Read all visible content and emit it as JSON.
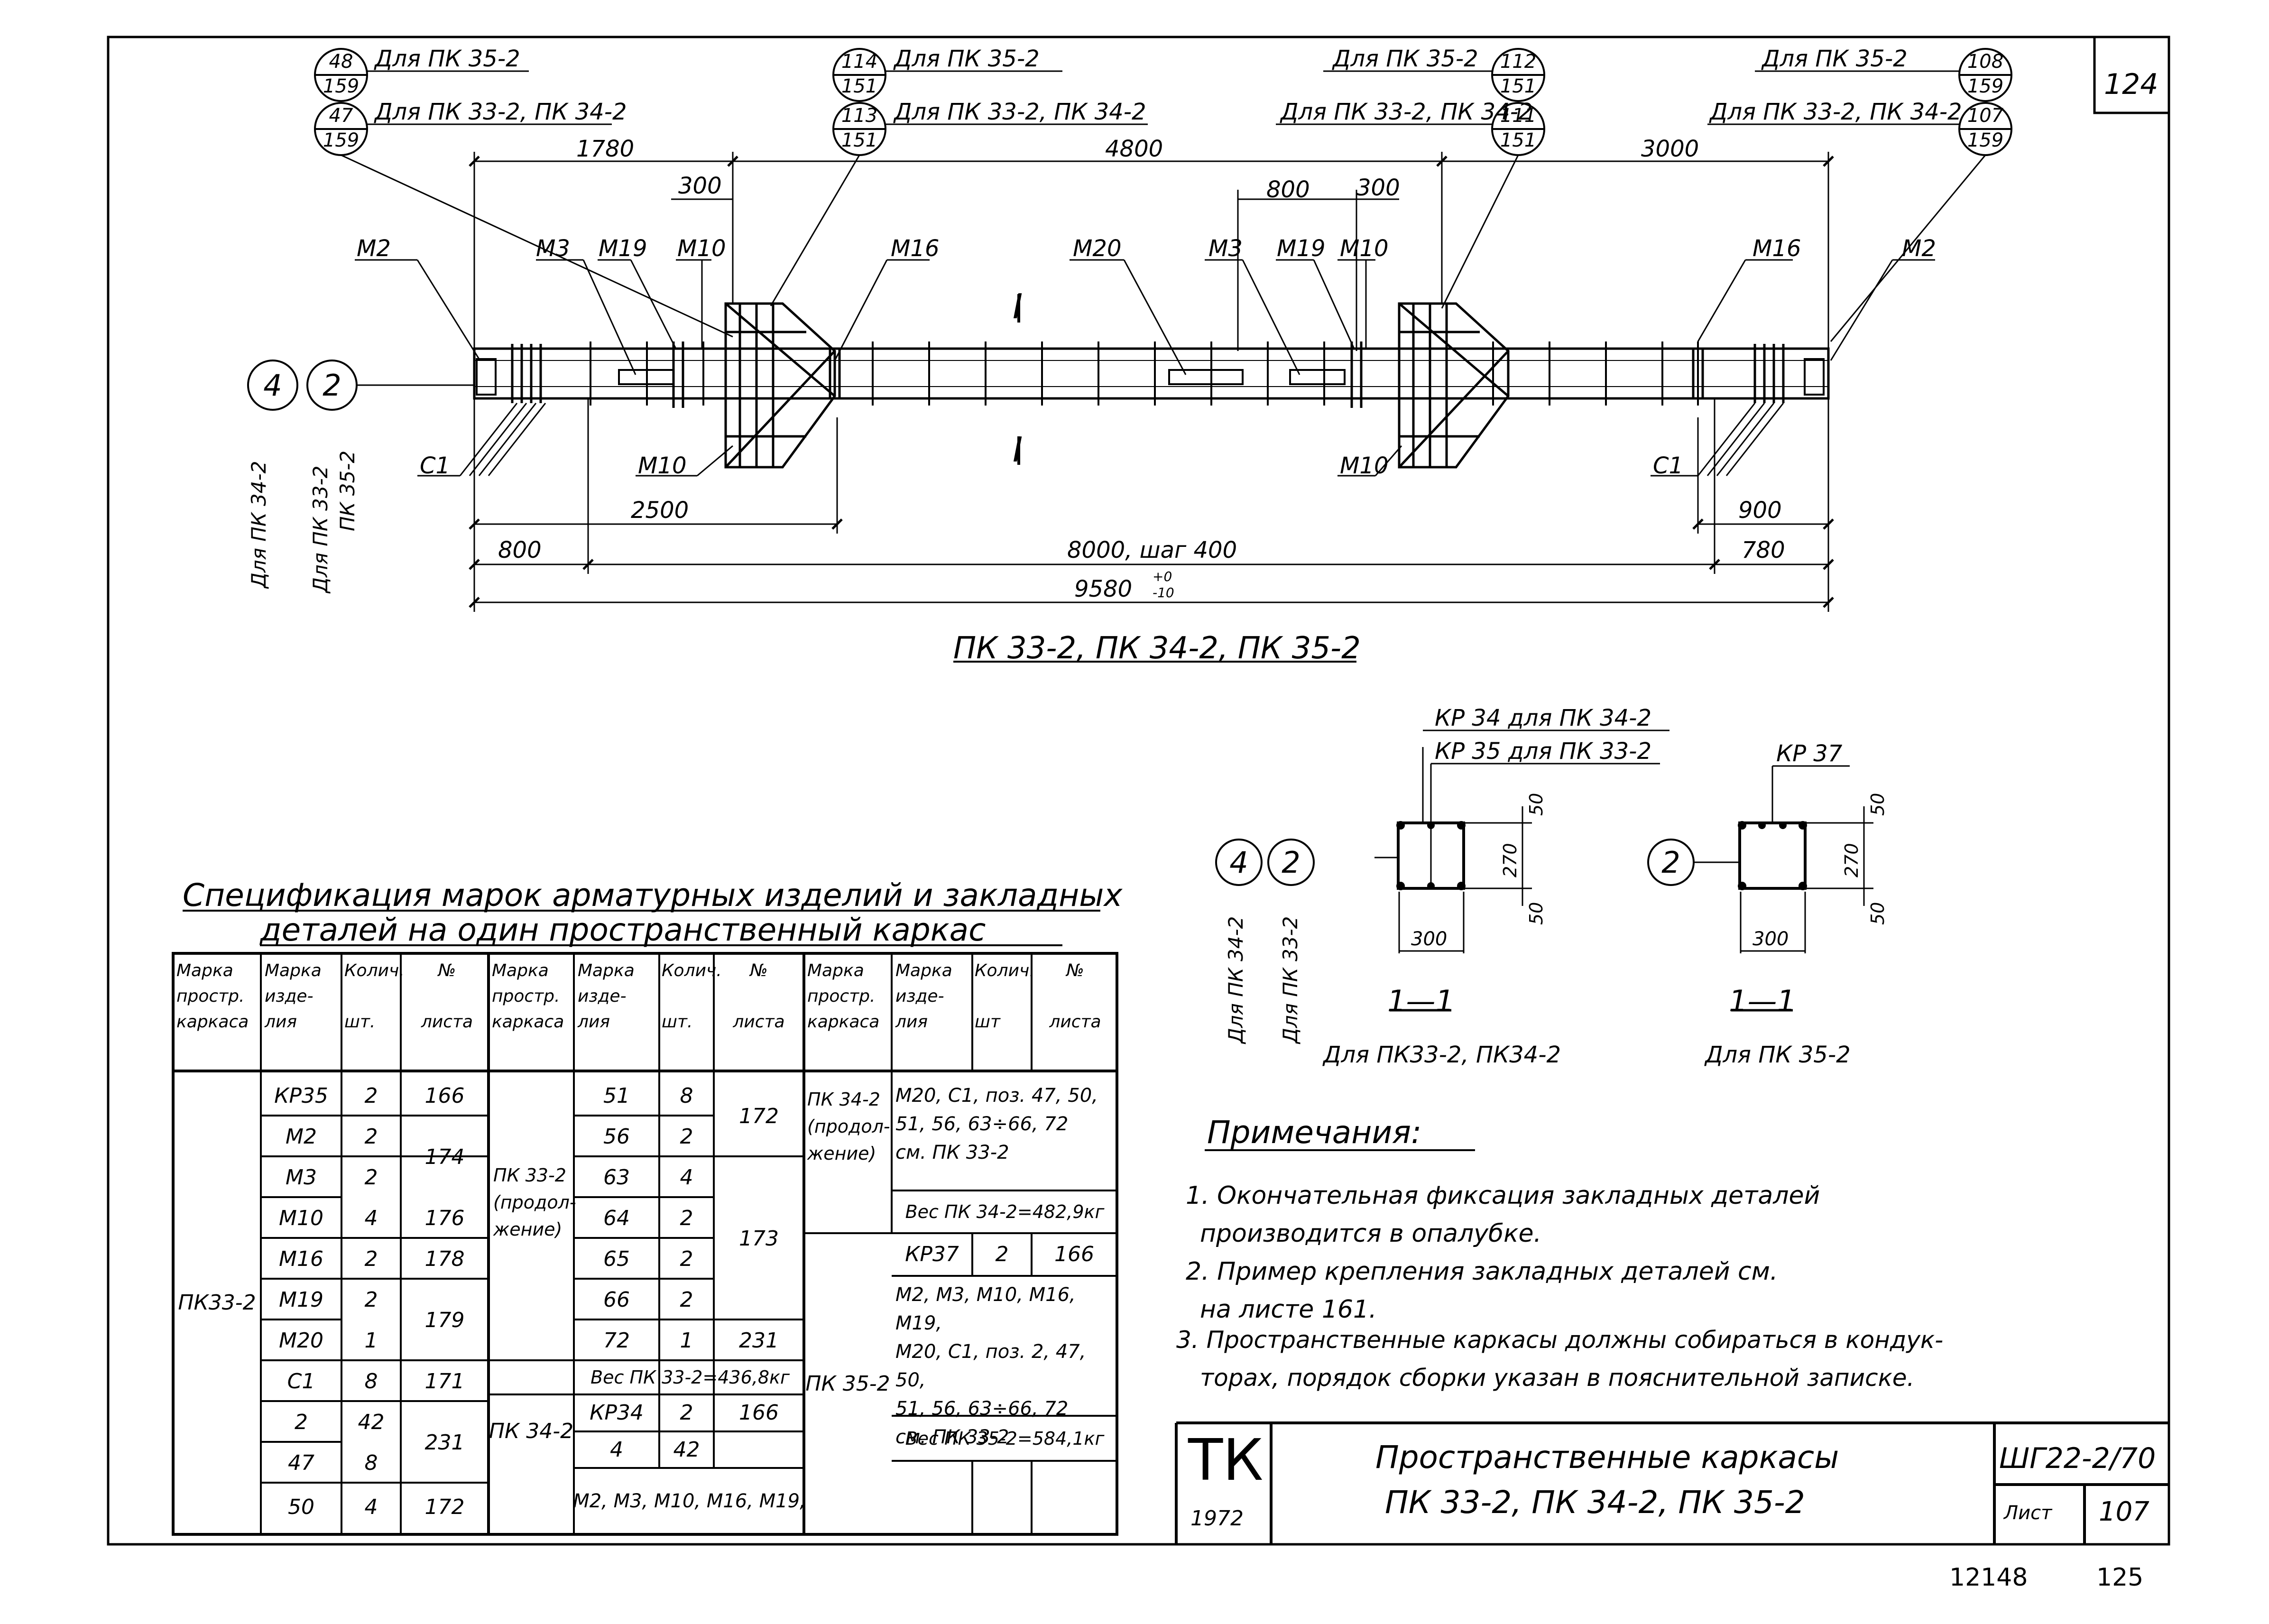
{
  "sheet_number_top": "124",
  "bottom_numbers": {
    "left": "12148",
    "right": "125"
  },
  "callouts": {
    "c48": {
      "top": "48",
      "bottom": "159",
      "label": "Для ПК 35-2"
    },
    "c47": {
      "top": "47",
      "bottom": "159",
      "label": "Для ПК 33-2, ПК 34-2"
    },
    "c114": {
      "top": "114",
      "bottom": "151",
      "label": "Для ПК 35-2"
    },
    "c113": {
      "top": "113",
      "bottom": "151",
      "label": "Для ПК 33-2, ПК 34-2"
    },
    "c112": {
      "top": "112",
      "bottom": "151",
      "label": "Для ПК 35-2"
    },
    "c111": {
      "top": "111",
      "bottom": "151",
      "label": "Для ПК 33-2, ПК 34-2"
    },
    "c108": {
      "top": "108",
      "bottom": "159",
      "label": "Для ПК 35-2"
    },
    "c107": {
      "top": "107",
      "bottom": "159",
      "label": "Для ПК 33-2, ПК 34-2"
    }
  },
  "view_marks": {
    "m4": "4",
    "m2": "2",
    "rot1": "Для ПК 34-2",
    "rot2": "Для ПК 33-2",
    "rot3": "ПК 35-2"
  },
  "dims": {
    "d1780": "1780",
    "d4800": "4800",
    "d3000": "3000",
    "d300a": "300",
    "d800": "800",
    "d300b": "300",
    "d2500": "2500",
    "d900": "900",
    "d800b": "800",
    "d8000": "8000, шаг 400",
    "d780": "780",
    "d9580": "9580",
    "tol_plus": "+0",
    "tol_minus": "-10"
  },
  "parts": {
    "M2l": "М2",
    "M3l": "М3",
    "M19l": "М19",
    "M10l": "М10",
    "M16l": "М16",
    "M20": "М20",
    "M3r": "М3",
    "M19r": "М19",
    "M10r": "М10",
    "M16r": "М16",
    "M2r": "М2",
    "M10bl": "М10",
    "M10br": "М10",
    "C1l": "С1",
    "C1r": "С1"
  },
  "section_mark": "I",
  "main_title": "ПК 33-2, ПК 34-2, ПК 35-2",
  "sections": {
    "a_lbl1": "КР 34 для ПК 34-2",
    "a_lbl2": "КР 35 для ПК 33-2",
    "a_300": "300",
    "a_270": "270",
    "a_50t": "50",
    "a_50b": "50",
    "a_title": "1—1",
    "a_sub": "Для ПК33-2, ПК34-2",
    "a_m4": "4",
    "a_m2": "2",
    "a_rot1": "Для ПК 34-2",
    "a_rot2": "Для ПК 33-2",
    "b_lbl": "КР 37",
    "b_300": "300",
    "b_270": "270",
    "b_50t": "50",
    "b_50b": "50",
    "b_title": "1—1",
    "b_sub": "Для ПК 35-2",
    "b_m2": "2"
  },
  "spec": {
    "title1": "Спецификация марок арматурных изделий и закладных",
    "title2": "деталей на один пространственный каркас",
    "h_mark1": "Марка",
    "h_mark2": "простр.",
    "h_mark3": "каркаса",
    "h_item1": "Марка",
    "h_item2": "изде-",
    "h_item3": "лия",
    "h_qty1": "Колич.",
    "h_qty2": "шт.",
    "h_no1": "№",
    "h_no2": "листа",
    "h_qty2b": "шт",
    "g1_frame": "ПК33-2",
    "g1": [
      [
        "КР35",
        "2",
        "166"
      ],
      [
        "М2",
        "2",
        ""
      ],
      [
        "М3",
        "2",
        "174"
      ],
      [
        "М10",
        "4",
        "176"
      ],
      [
        "М16",
        "2",
        "178"
      ],
      [
        "М19",
        "2",
        ""
      ],
      [
        "М20",
        "1",
        "179"
      ],
      [
        "С1",
        "8",
        "171"
      ],
      [
        "2",
        "42",
        ""
      ],
      [
        "47",
        "8",
        "231"
      ],
      [
        "50",
        "4",
        "172"
      ]
    ],
    "g2_frame1": "ПК 33-2",
    "g2_frame2": "(продол-",
    "g2_frame3": "жение)",
    "g2": [
      [
        "51",
        "8",
        ""
      ],
      [
        "56",
        "2",
        "172"
      ],
      [
        "63",
        "4",
        ""
      ],
      [
        "64",
        "2",
        ""
      ],
      [
        "65",
        "2",
        "173"
      ],
      [
        "66",
        "2",
        ""
      ],
      [
        "72",
        "1",
        "231"
      ]
    ],
    "g2_weight": "Вес ПК 33-2=436,8кг",
    "g3_frame": "ПК 34-2",
    "g3": [
      [
        "КР34",
        "2",
        "166"
      ],
      [
        "4",
        "42",
        ""
      ]
    ],
    "g3_list": "М2, М3, М10, М16, М19,",
    "g4_frame1": "ПК 34-2",
    "g4_frame2": "(продол-",
    "g4_frame3": "жение)",
    "g4_l1": "М20, С1, поз. 47, 50,",
    "g4_l2": "51, 56, 63÷66, 72",
    "g4_l3": "см. ПК 33-2",
    "g4_weight": "Вес ПК 34-2=482,9кг",
    "g5_frame": "ПК 35-2",
    "g5_row": [
      "КР37",
      "2",
      "166"
    ],
    "g5_l1": "М2, М3, М10, М16, М19,",
    "g5_l2": "М20, С1, поз. 2, 47, 50,",
    "g5_l3": "51, 56, 63÷66, 72",
    "g5_l4": "см. ПК 33-2",
    "g5_weight": "Вес ПК 35-2=584,1кг"
  },
  "notes": {
    "title": "Примечания:",
    "n1a": "1. Окончательная фиксация закладных деталей",
    "n1b": "производится в опалубке.",
    "n2a": "2. Пример крепления закладных деталей см.",
    "n2b": "на листе 161.",
    "n3a": "3. Пространственные каркасы должны собираться в кондук-",
    "n3b": "торах, порядок сборки указан в пояснительной записке."
  },
  "stamp": {
    "logo": "ТК",
    "year": "1972",
    "title1": "Пространственные каркасы",
    "title2": "ПК 33-2, ПК 34-2, ПК 35-2",
    "code": "ШГ22-2/70",
    "list_label": "Лист",
    "list_no": "107"
  }
}
